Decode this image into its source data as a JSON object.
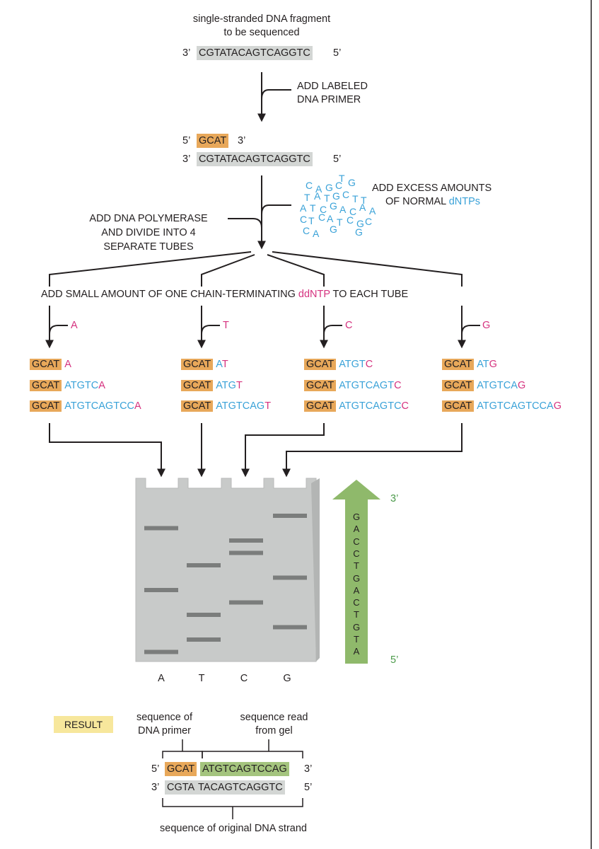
{
  "top": {
    "caption_line1": "single-stranded DNA fragment",
    "caption_line2": "to be sequenced",
    "strand_3": "3’",
    "strand_seq": "CGTATACAGTCAGGTC",
    "strand_5": "5’"
  },
  "step1": {
    "line1": "ADD LABELED",
    "line2": "DNA PRIMER"
  },
  "primed": {
    "primer_5": "5’",
    "primer_seq": "GCAT",
    "primer_3": "3’",
    "template_3": "3’",
    "template_seq": "CGTATACAGTCAGGTC",
    "template_5": "5’"
  },
  "step2": {
    "left_line1": "ADD DNA POLYMERASE",
    "left_line2": "AND DIVIDE INTO 4",
    "left_line3": "SEPARATE TUBES",
    "right_line1": "ADD EXCESS AMOUNTS",
    "right_line2_prefix": "OF NORMAL ",
    "right_line2_colored": "dNTPs",
    "dntp_letters": [
      "C",
      "A",
      "G",
      "C",
      "T",
      "G",
      "T",
      "A",
      "T",
      "G",
      "C",
      "T",
      "T",
      "A",
      "T",
      "C",
      "G",
      "A",
      "C",
      "A",
      "A",
      "C",
      "T",
      "C",
      "A",
      "T",
      "C",
      "G",
      "C",
      "C",
      "A",
      "G",
      "G"
    ]
  },
  "step3": {
    "prefix": "ADD SMALL AMOUNT OF ONE CHAIN-TERMINATING ",
    "colored": "ddNTP",
    "suffix": " TO EACH TUBE"
  },
  "tubes": [
    {
      "ddntp": "A",
      "fragments": [
        {
          "primer": "GCAT",
          "body": "",
          "end": "A"
        },
        {
          "primer": "GCAT",
          "body": "ATGTC",
          "end": "A"
        },
        {
          "primer": "GCAT",
          "body": "ATGTCAGTCC",
          "end": "A"
        }
      ]
    },
    {
      "ddntp": "T",
      "fragments": [
        {
          "primer": "GCAT",
          "body": "A",
          "end": "T"
        },
        {
          "primer": "GCAT",
          "body": "ATG",
          "end": "T"
        },
        {
          "primer": "GCAT",
          "body": "ATGTCAG",
          "end": "T"
        }
      ]
    },
    {
      "ddntp": "C",
      "fragments": [
        {
          "primer": "GCAT",
          "body": "ATGT",
          "end": "C"
        },
        {
          "primer": "GCAT",
          "body": "ATGTCAGT",
          "end": "C"
        },
        {
          "primer": "GCAT",
          "body": "ATGTCAGTC",
          "end": "C"
        }
      ]
    },
    {
      "ddntp": "G",
      "fragments": [
        {
          "primer": "GCAT",
          "body": "AT",
          "end": "G"
        },
        {
          "primer": "GCAT",
          "body": "ATGTCA",
          "end": "G"
        },
        {
          "primer": "GCAT",
          "body": "ATGTCAGTCCA",
          "end": "G"
        }
      ]
    }
  ],
  "gel": {
    "lane_labels": [
      "A",
      "T",
      "C",
      "G"
    ],
    "read_sequence": "GACCTGACTGTA",
    "arrow_top_label": "3’",
    "arrow_bottom_label": "5’",
    "colors": {
      "gel": "#c8cac9",
      "band": "#7b7d7c",
      "arrow": "#8fb96b",
      "primer": "#e8a85a",
      "template": "#d3d6d4"
    }
  },
  "result": {
    "badge": "RESULT",
    "primer_caption_line1": "sequence of",
    "primer_caption_line2": "DNA primer",
    "read_caption_line1": "sequence read",
    "read_caption_line2": "from gel",
    "top_5": "5’",
    "top_primer": "GCAT",
    "top_read": "ATGTCAGTCCAG",
    "top_3": "3’",
    "bottom_3": "3’",
    "bottom_seq_a": "CGTA",
    "bottom_seq_b": "TACAGTCAGGTC",
    "bottom_5": "5’",
    "bottom_caption": "sequence of original DNA strand"
  }
}
